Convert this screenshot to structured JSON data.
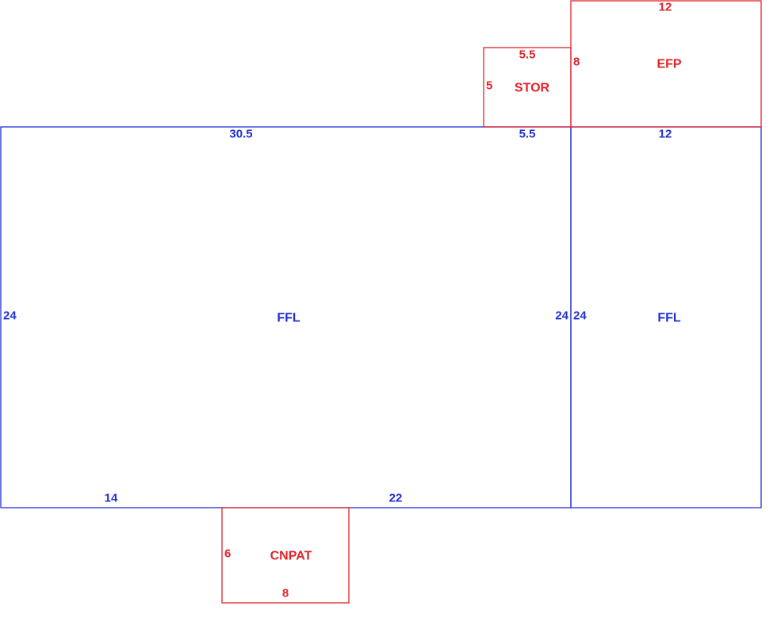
{
  "colors": {
    "living_area": "#1f2fd6",
    "other_area": "#e0232a"
  },
  "areas": {
    "ffl_main": {
      "code": "FFL",
      "top_dim_1": "30.5",
      "top_dim_2": "5.5",
      "left_dim": "24",
      "right_dim": "24",
      "bottom_dim_1": "14",
      "bottom_dim_2": "22"
    },
    "ffl_east": {
      "code": "FFL",
      "top_dim": "12",
      "left_dim": "24"
    },
    "efp": {
      "code": "EFP",
      "top_dim": "12",
      "left_dim": "8"
    },
    "stor": {
      "code": "STOR",
      "top_dim": "5.5",
      "left_dim": "5"
    },
    "cnpat": {
      "code": "CNPAT",
      "left_dim": "6",
      "bottom_dim": "8"
    }
  }
}
